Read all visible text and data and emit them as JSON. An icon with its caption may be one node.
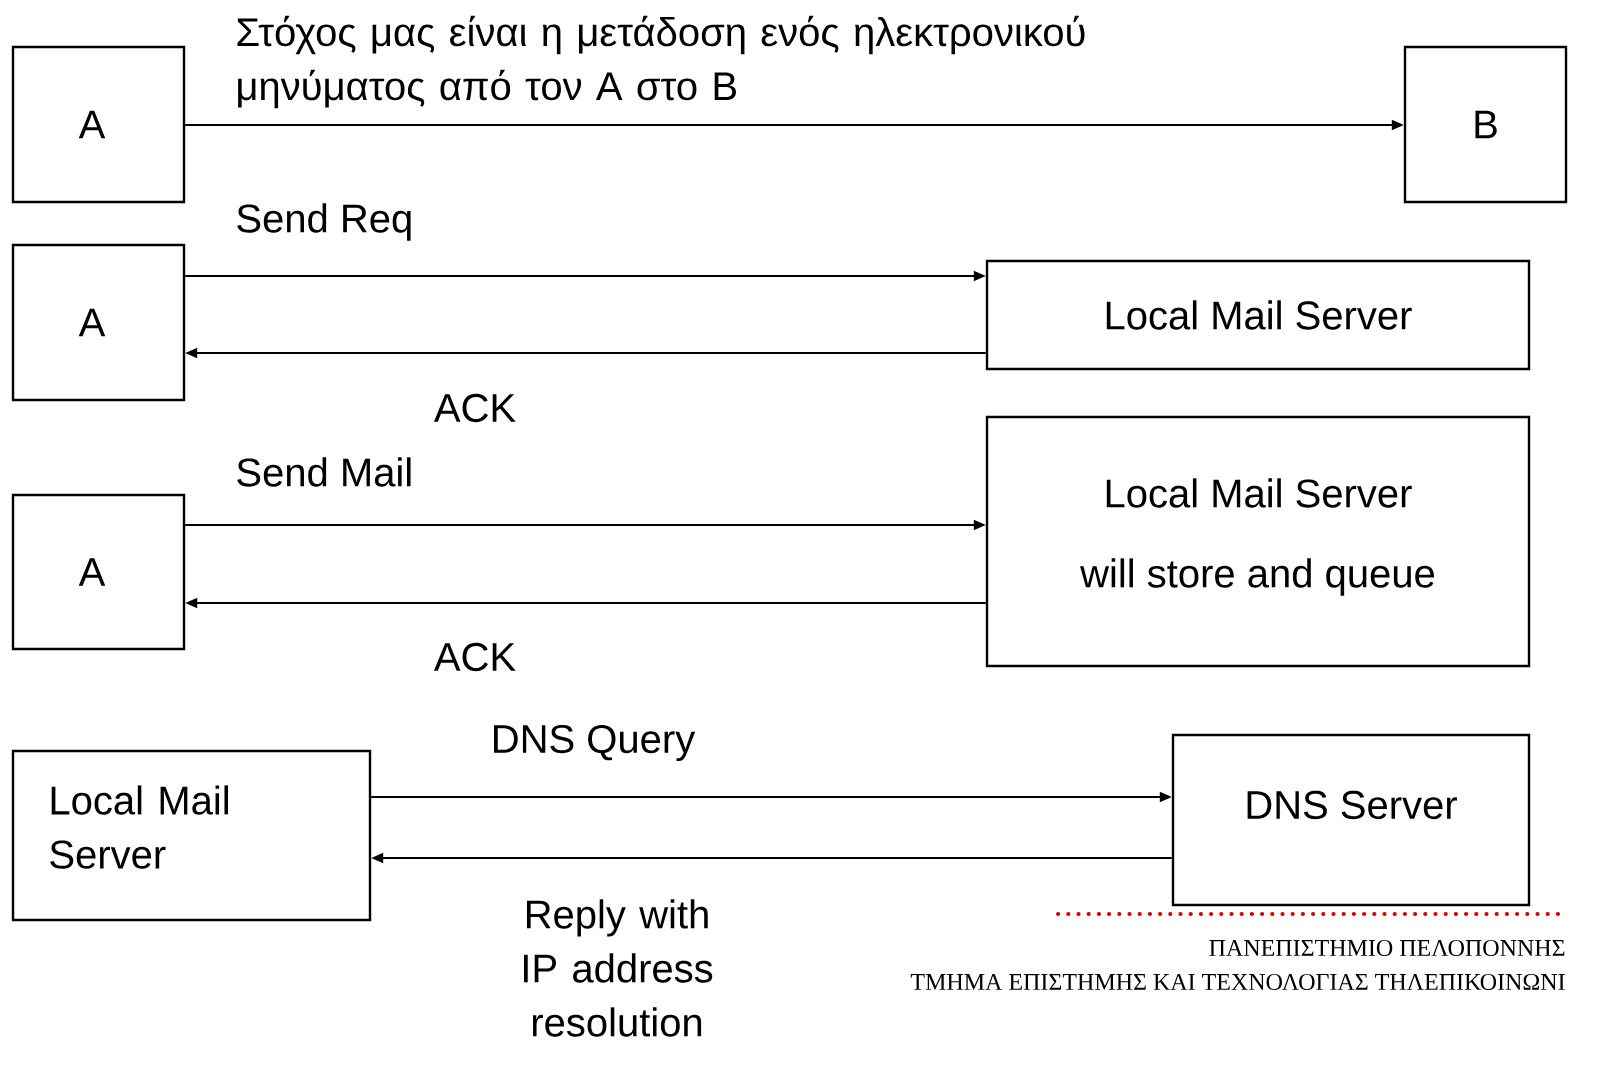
{
  "diagram": {
    "nodes": [
      {
        "text": [
          "A"
        ]
      },
      {
        "text": [
          "B"
        ]
      },
      {
        "text": [
          "A"
        ]
      },
      {
        "text": [
          "Local Mail Server"
        ]
      },
      {
        "text": [
          "A"
        ]
      },
      {
        "text": [
          "Local Mail Server",
          "will store and queue"
        ]
      },
      {
        "text": [
          "Local Mail Server"
        ]
      },
      {
        "text": [
          "DNS Server"
        ]
      }
    ],
    "edges": [
      {
        "from": 0,
        "to": 1,
        "arrow": "to",
        "label": "Στόχος μας είναι η μετάδοση ενός ηλεκτρονικού μηνύματος από τον Α στο Β"
      },
      {
        "from": 2,
        "to": 3,
        "arrow": "to",
        "label": "Send Req"
      },
      {
        "from": 3,
        "to": 2,
        "arrow": "to",
        "label": "ACK"
      },
      {
        "from": 4,
        "to": 5,
        "arrow": "to",
        "label": "Send Mail"
      },
      {
        "from": 5,
        "to": 4,
        "arrow": "to",
        "label": "ACK"
      },
      {
        "from": 6,
        "to": 7,
        "arrow": "to",
        "label": "DNS Query"
      },
      {
        "from": 7,
        "to": 6,
        "arrow": "to",
        "label": "Reply with IP address resolution"
      }
    ],
    "labels": [
      "ΠΑΝΕΠΙΣΤΗΜΙΟ ΠΕΛΟΠΟΝΝΗΣ",
      "ΤΜΗΜΑ ΕΠΙΣΤΗΜΗΣ ΚΑΙ ΤΕΧΝΟΛΟΓΙΑΣ ΤΗΛΕΠΙΚΟΙΝΩΝΙ"
    ]
  }
}
